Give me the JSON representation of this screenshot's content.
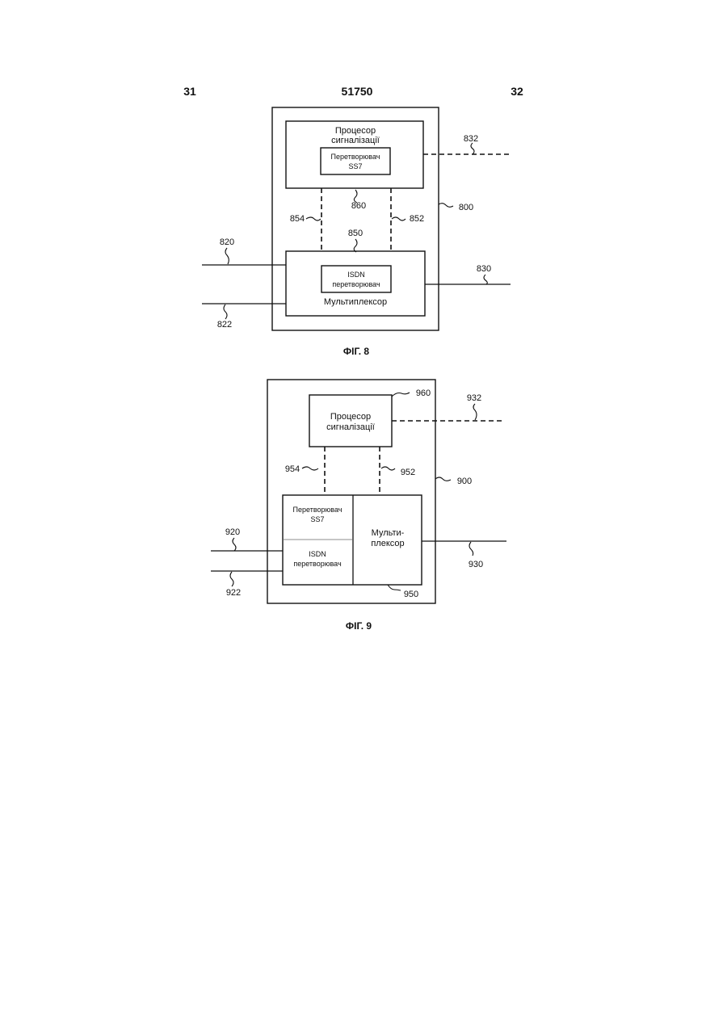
{
  "header": {
    "page_left": "31",
    "doc_number": "51750",
    "page_right": "32"
  },
  "fig8": {
    "signal_processor_line1": "Процесор",
    "signal_processor_line2": "сигналізації",
    "ss7_line1": "Перетворювач",
    "ss7_line2": "SS7",
    "isdn_line1": "ISDN",
    "isdn_line2": "перетворювач",
    "mux": "Мультиплексор",
    "refs": {
      "r832": "832",
      "r860": "860",
      "r854": "854",
      "r852": "852",
      "r800": "800",
      "r850": "850",
      "r820": "820",
      "r830": "830",
      "r822": "822"
    },
    "caption": "ФІГ. 8"
  },
  "fig9": {
    "signal_processor_line1": "Процесор",
    "signal_processor_line2": "сигналізації",
    "ss7_line1": "Перетворювач",
    "ss7_line2": "SS7",
    "isdn_line1": "ISDN",
    "isdn_line2": "перетворювач",
    "mux_line1": "Мульти-",
    "mux_line2": "плексор",
    "refs": {
      "r960": "960",
      "r932": "932",
      "r954": "954",
      "r952": "952",
      "r900": "900",
      "r920": "920",
      "r930": "930",
      "r922": "922",
      "r950": "950"
    },
    "caption": "ФІГ. 9"
  }
}
